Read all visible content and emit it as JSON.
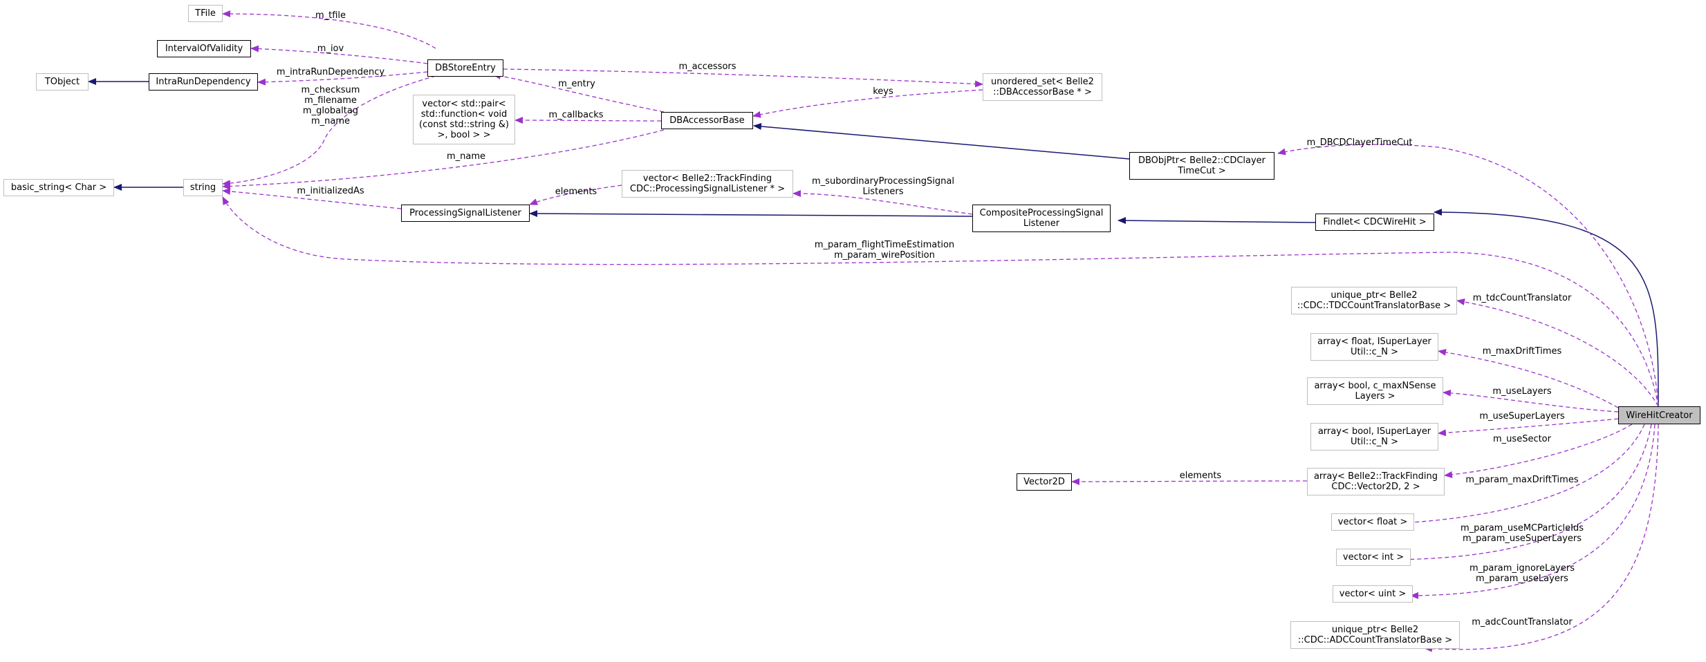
{
  "nodes": {
    "tfile": "TFile",
    "interval_of_validity": "IntervalOfValidity",
    "tobject": "TObject",
    "intra_run_dependency": "IntraRunDependency",
    "db_store_entry": "DBStoreEntry",
    "basic_string": "basic_string< Char >",
    "string": "string",
    "vector_pair": "vector< std::pair<\nstd::function< void\n(const std::string &)\n>, bool > >",
    "db_accessor_base": "DBAccessorBase",
    "unordered_set": "unordered_set< Belle2\n::DBAccessorBase * >",
    "processing_signal_listener": "ProcessingSignalListener",
    "vector_psl": "vector< Belle2::TrackFinding\nCDC::ProcessingSignalListener * >",
    "composite_psl": "CompositeProcessingSignal\nListener",
    "dbobjptr": "DBObjPtr< Belle2::CDClayer\nTimeCut >",
    "findlet": "Findlet< CDCWireHit >",
    "wire_hit_creator": "WireHitCreator",
    "unique_tdc": "unique_ptr< Belle2\n::CDC::TDCCountTranslatorBase >",
    "array_float": "array< float, ISuperLayer\nUtil::c_N >",
    "array_bool_layers": "array< bool, c_maxNSense\nLayers >",
    "array_bool_super": "array< bool, ISuperLayer\nUtil::c_N >",
    "array_vector2d": "array< Belle2::TrackFinding\nCDC::Vector2D, 2 >",
    "vector2d": "Vector2D",
    "vector_float": "vector< float >",
    "vector_int": "vector< int >",
    "vector_uint": "vector< uint >",
    "unique_adc": "unique_ptr< Belle2\n::CDC::ADCCountTranslatorBase >"
  },
  "edge_labels": {
    "m_tfile": "m_tfile",
    "m_iov": "m_iov",
    "m_intra": "m_intraRunDependency",
    "m_accessors": "m_accessors",
    "m_entry": "m_entry",
    "keys": "keys",
    "string_members": "m_checksum\nm_filename\nm_globaltag\nm_name",
    "m_callbacks": "m_callbacks",
    "m_name": "m_name",
    "m_dbcdclayer": "m_DBCDClayerTimeCut",
    "elements_psl": "elements",
    "m_initialized": "m_initializedAs",
    "m_subordinary": "m_subordinaryProcessingSignal\nListeners",
    "flight_time": "m_param_flightTimeEstimation\nm_param_wirePosition",
    "m_tdc": "m_tdcCountTranslator",
    "m_maxdrift": "m_maxDriftTimes",
    "m_uselayers": "m_useLayers",
    "m_usesuper": "m_useSuperLayers",
    "m_usesector": "m_useSector",
    "elements_v2d": "elements",
    "m_param_maxdrift": "m_param_maxDriftTimes",
    "m_param_mc": "m_param_useMCParticleIds\nm_param_useSuperLayers",
    "m_param_ignore": "m_param_ignoreLayers\nm_param_useLayers",
    "m_adc": "m_adcCountTranslator"
  },
  "colors": {
    "inheritance_edge": "#191970",
    "member_edge": "#9a32cd",
    "focus_fill": "#bfbfbf",
    "grey_border": "#bfbfbf"
  }
}
